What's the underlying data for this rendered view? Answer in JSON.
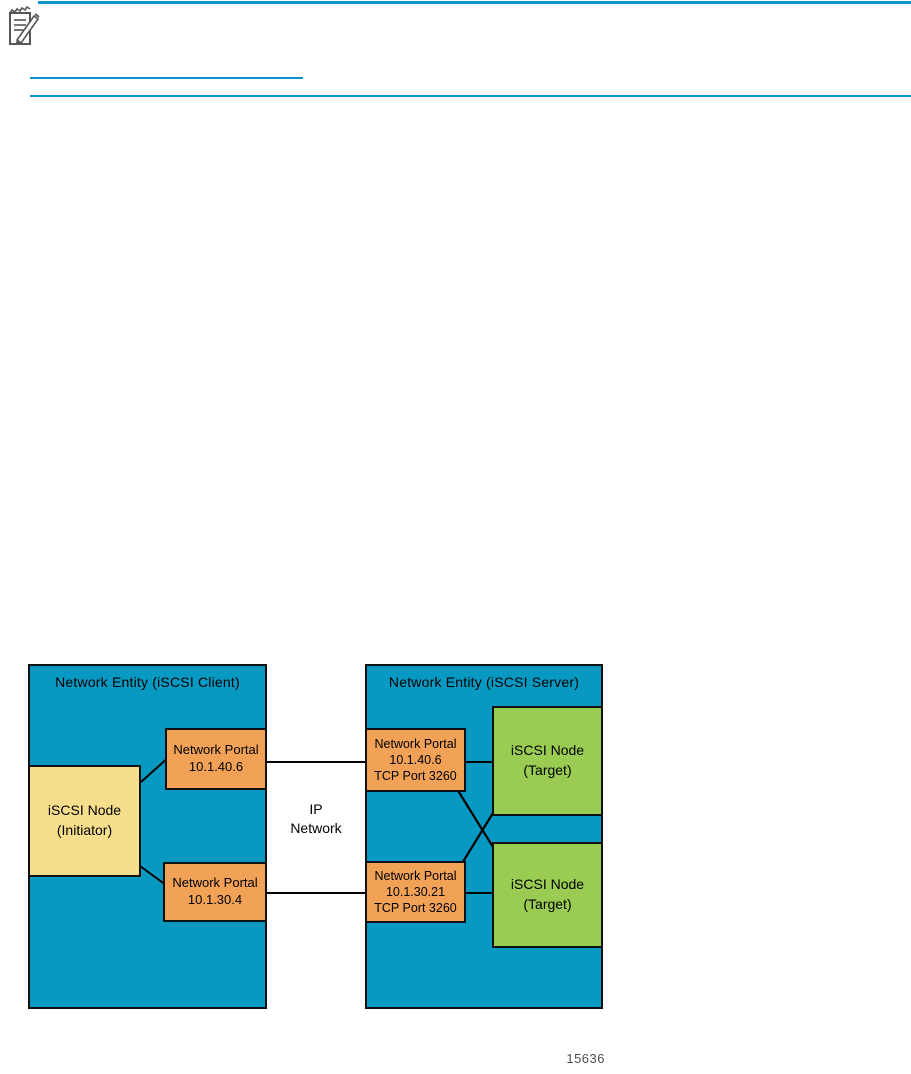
{
  "header": {
    "note_icon": "note-pencil-icon",
    "link_underline_present": true
  },
  "colors": {
    "rule_teal": "#0c95cc",
    "entity_fill": "#0899c2",
    "portal_fill": "#f1a257",
    "initiator_fill": "#f6de8d",
    "target_fill": "#9acb53",
    "connector": "#000000",
    "figure_number_gray": "#4f4f51"
  },
  "diagram": {
    "client": {
      "title": "Network Entity (iSCSI Client)",
      "initiator": {
        "line1": "iSCSI Node",
        "line2": "(Initiator)"
      },
      "portals": [
        {
          "line1": "Network Portal",
          "line2": "10.1.40.6"
        },
        {
          "line1": "Network Portal",
          "line2": "10.1.30.4"
        }
      ]
    },
    "network": {
      "line1": "IP",
      "line2": "Network"
    },
    "server": {
      "title": "Network Entity (iSCSI Server)",
      "portals": [
        {
          "line1": "Network Portal",
          "line2": "10.1.40.6",
          "line3": "TCP Port 3260"
        },
        {
          "line1": "Network Portal",
          "line2": "10.1.30.21",
          "line3": "TCP Port 3260"
        }
      ],
      "targets": [
        {
          "line1": "iSCSI Node",
          "line2": "(Target)"
        },
        {
          "line1": "iSCSI Node",
          "line2": "(Target)"
        }
      ]
    },
    "figure_number": "15636"
  }
}
